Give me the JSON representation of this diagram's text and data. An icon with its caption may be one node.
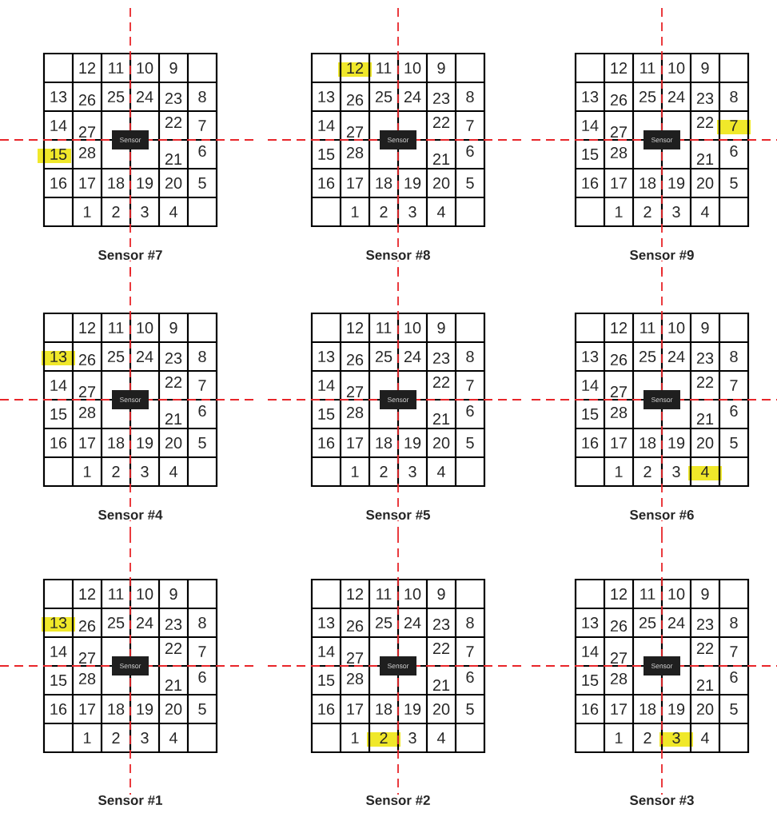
{
  "diagram": {
    "nodes": [
      {
        "text": [
          "Sensor"
        ]
      },
      {
        "text": [
          "Sensor"
        ]
      },
      {
        "text": [
          "Sensor"
        ]
      },
      {
        "text": [
          "Sensor"
        ]
      },
      {
        "text": [
          "Sensor"
        ]
      },
      {
        "text": [
          "Sensor"
        ]
      },
      {
        "text": [
          "Sensor"
        ]
      },
      {
        "text": [
          "Sensor"
        ]
      },
      {
        "text": [
          "Sensor"
        ]
      }
    ],
    "labels": [
      "12",
      "11",
      "10",
      "9",
      "13",
      "26",
      "25",
      "24",
      "23",
      "8",
      "14",
      "27",
      "22",
      "7",
      "15",
      "28",
      "21",
      "6",
      "16",
      "17",
      "18",
      "19",
      "20",
      "5",
      "1",
      "2",
      "3",
      "4",
      "Sensor #7",
      "12",
      "11",
      "10",
      "9",
      "13",
      "26",
      "25",
      "24",
      "23",
      "8",
      "14",
      "27",
      "22",
      "7",
      "15",
      "28",
      "21",
      "6",
      "16",
      "17",
      "18",
      "19",
      "20",
      "5",
      "1",
      "2",
      "3",
      "4",
      "Sensor #8",
      "12",
      "11",
      "10",
      "9",
      "13",
      "26",
      "25",
      "24",
      "23",
      "8",
      "14",
      "27",
      "22",
      "7",
      "15",
      "28",
      "21",
      "6",
      "16",
      "17",
      "18",
      "19",
      "20",
      "5",
      "1",
      "2",
      "3",
      "4",
      "Sensor #9",
      "12",
      "11",
      "10",
      "9",
      "13",
      "26",
      "25",
      "24",
      "23",
      "8",
      "14",
      "27",
      "22",
      "7",
      "15",
      "28",
      "21",
      "6",
      "16",
      "17",
      "18",
      "19",
      "20",
      "5",
      "1",
      "2",
      "3",
      "4",
      "Sensor #4",
      "12",
      "11",
      "10",
      "9",
      "13",
      "26",
      "25",
      "24",
      "23",
      "8",
      "14",
      "27",
      "22",
      "7",
      "15",
      "28",
      "21",
      "6",
      "16",
      "17",
      "18",
      "19",
      "20",
      "5",
      "1",
      "2",
      "3",
      "4",
      "Sensor #5",
      "12",
      "11",
      "10",
      "9",
      "13",
      "26",
      "25",
      "24",
      "23",
      "8",
      "14",
      "27",
      "22",
      "7",
      "15",
      "28",
      "21",
      "6",
      "16",
      "17",
      "18",
      "19",
      "20",
      "5",
      "1",
      "2",
      "3",
      "4",
      "Sensor #6",
      "12",
      "11",
      "10",
      "9",
      "13",
      "26",
      "25",
      "24",
      "23",
      "8",
      "14",
      "27",
      "22",
      "7",
      "15",
      "28",
      "21",
      "6",
      "16",
      "17",
      "18",
      "19",
      "20",
      "5",
      "1",
      "2",
      "3",
      "4",
      "Sensor #1",
      "12",
      "11",
      "10",
      "9",
      "13",
      "26",
      "25",
      "24",
      "23",
      "8",
      "14",
      "27",
      "22",
      "7",
      "15",
      "28",
      "21",
      "6",
      "16",
      "17",
      "18",
      "19",
      "20",
      "5",
      "1",
      "2",
      "3",
      "4",
      "Sensor #2",
      "12",
      "11",
      "10",
      "9",
      "13",
      "26",
      "25",
      "24",
      "23",
      "8",
      "14",
      "27",
      "22",
      "7",
      "15",
      "28",
      "21",
      "6",
      "16",
      "17",
      "18",
      "19",
      "20",
      "5",
      "1",
      "2",
      "3",
      "4",
      "Sensor #3"
    ]
  }
}
